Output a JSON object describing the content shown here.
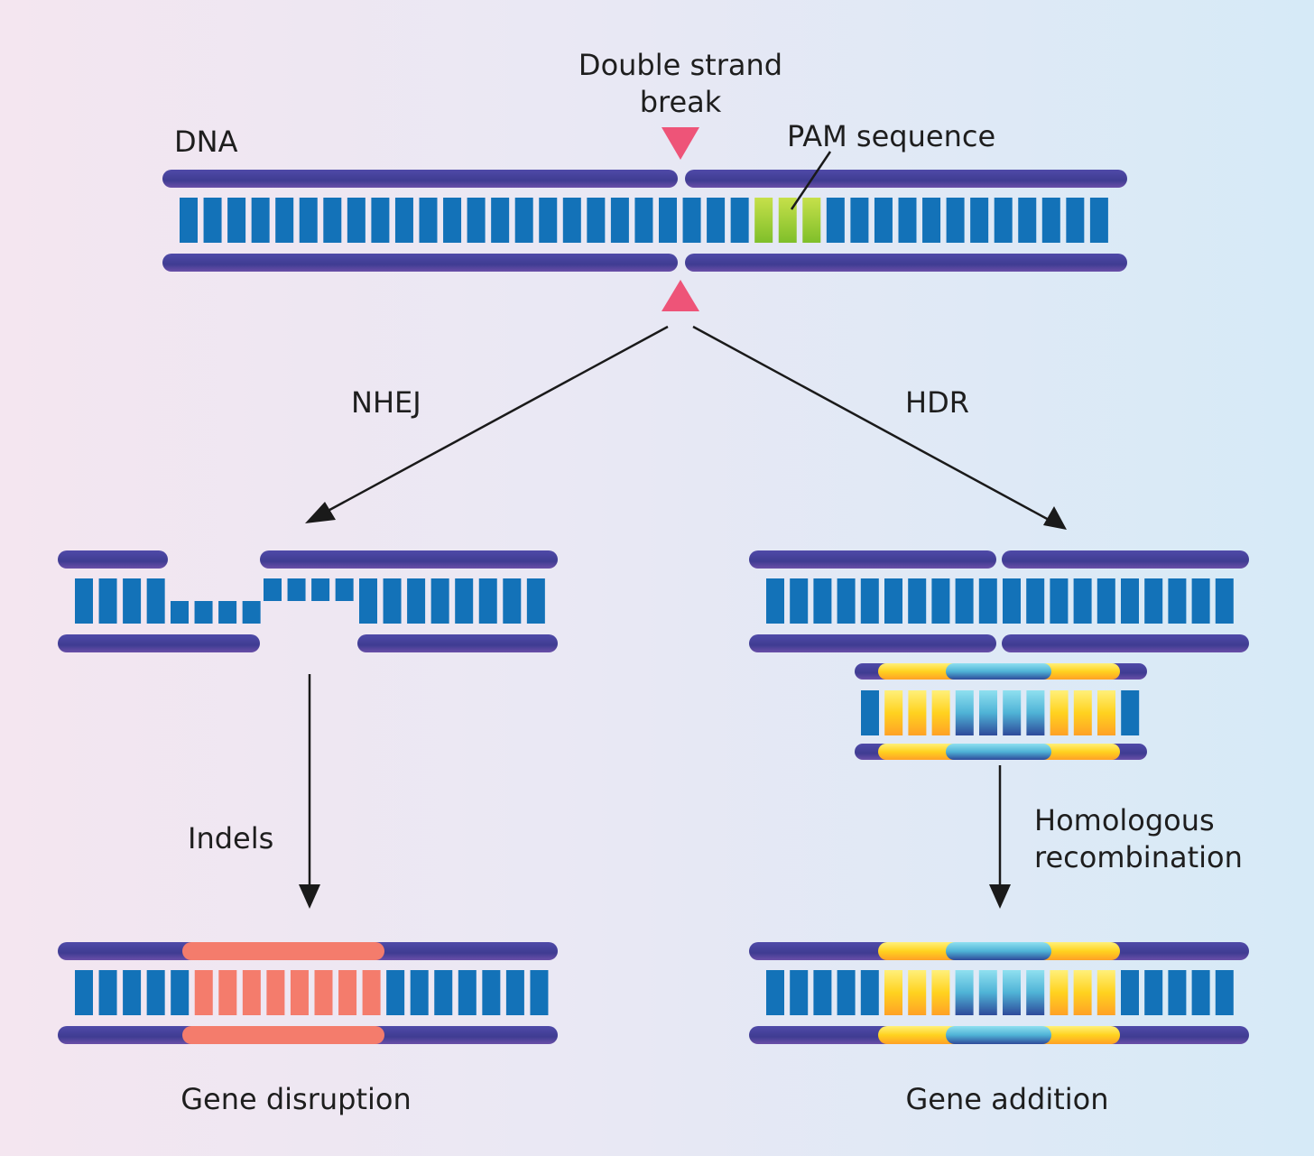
{
  "labels": {
    "dna": "DNA",
    "dsb_line1": "Double strand",
    "dsb_line2": "break",
    "pam": "PAM sequence",
    "nhej": "NHEJ",
    "hdr": "HDR",
    "indels": "Indels",
    "homologous_line1": "Homologous",
    "homologous_line2": "recombination",
    "gene_disruption": "Gene disruption",
    "gene_addition": "Gene addition"
  },
  "colors": {
    "backbone": "#46439a",
    "base": "#1372b8",
    "pam": "#9ccb2e",
    "cut_marker": "#ee5478",
    "indel": "#f47c6c",
    "donor_yellow": "#ffc928",
    "donor_cyan": "#5ec4dc",
    "arrow": "#1a1a1a"
  }
}
